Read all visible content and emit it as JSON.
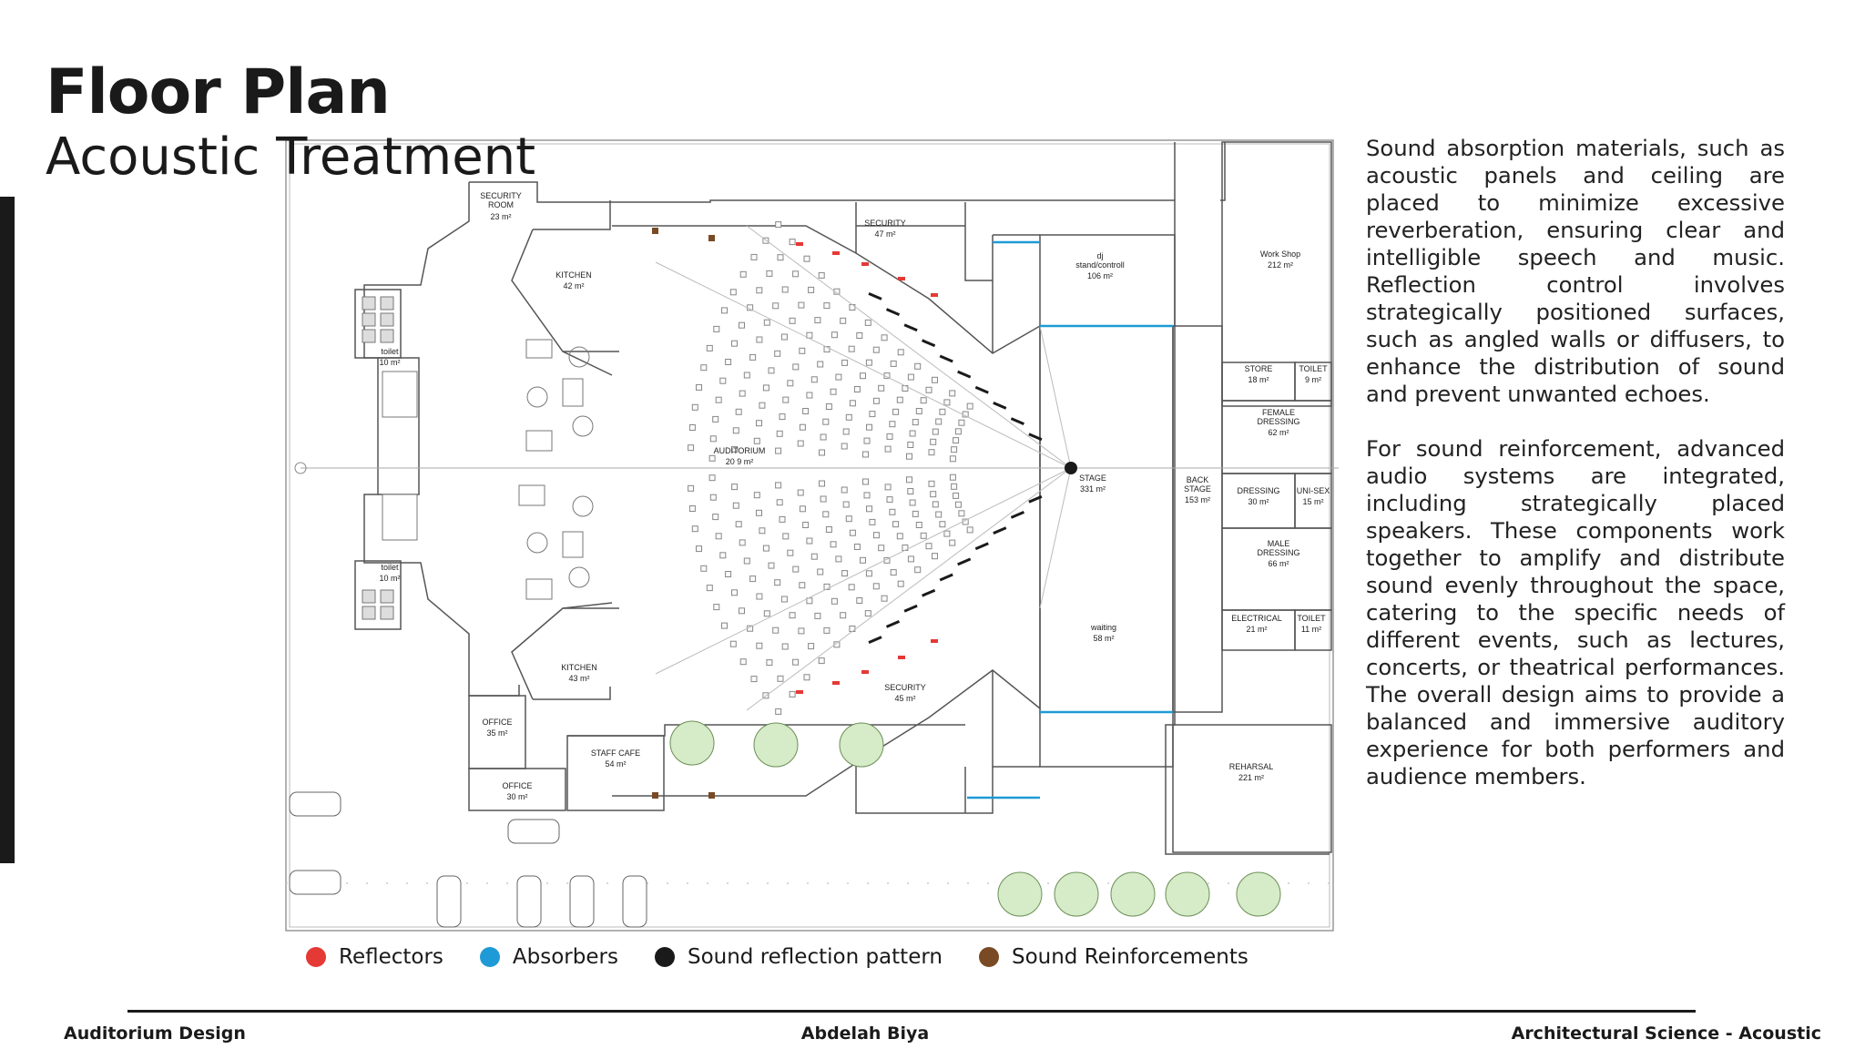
{
  "header": {
    "title": "Floor Plan",
    "subtitle": "Acoustic Treatment"
  },
  "description": {
    "paragraph_1": "Sound absorption materials, such as acoustic panels and ceiling are placed to minimize excessive reverberation, ensuring clear and intelligible speech and music. Reflection control involves strategically positioned surfaces, such as angled walls or diffusers, to enhance the distribution of sound and prevent unwanted echoes.",
    "paragraph_2": "For sound reinforcement, advanced audio systems are integrated, including strategically placed speakers. These components work together to amplify and distribute sound evenly throughout the space, catering to the specific needs of different events, such as lectures, concerts, or theatrical performances. The overall design aims to provide a balanced and immersive auditory experience for both performers and audience members."
  },
  "rooms": {
    "security_room": {
      "name_1": "SECURITY",
      "name_2": "ROOM",
      "area": "23 m²"
    },
    "kitchen_top": {
      "name": "KITCHEN",
      "area": "42 m²"
    },
    "kitchen_bottom": {
      "name": "KITCHEN",
      "area": "43 m²"
    },
    "security_top": {
      "name": "SECURITY",
      "area": "47 m²"
    },
    "security_bottom": {
      "name": "SECURITY",
      "area": "45 m²"
    },
    "dj_stand": {
      "name_1": "dj",
      "name_2": "stand/controll",
      "area": "106 m²"
    },
    "workshop": {
      "name": "Work Shop",
      "area": "212 m²"
    },
    "store": {
      "name": "STORE",
      "area": "18 m²"
    },
    "toilet_top": {
      "name": "TOILET",
      "area": "9 m²"
    },
    "female_dressing": {
      "name_1": "FEMALE",
      "name_2": "DRESSING",
      "area": "62 m²"
    },
    "dressing": {
      "name": "DRESSING",
      "area": "30 m²"
    },
    "unisex": {
      "name": "UNI-SEX",
      "area": "15 m²"
    },
    "male_dressing": {
      "name_1": "MALE",
      "name_2": "DRESSING",
      "area": "66 m²"
    },
    "electrical": {
      "name": "ELECTRICAL",
      "area": "21 m²"
    },
    "toilet_bottom": {
      "name": "TOILET",
      "area": "11 m²"
    },
    "stage": {
      "name": "STAGE",
      "area": "331 m²"
    },
    "back_stage": {
      "name_1": "BACK",
      "name_2": "STAGE",
      "area": "153 m²"
    },
    "waiting": {
      "name": "waiting",
      "area": "58 m²"
    },
    "auditorium": {
      "name": "AUDITORIUM",
      "area": "20 9 m²"
    },
    "toilet_left_top": {
      "name": "toilet",
      "area": "10 m²"
    },
    "toilet_left_bottom": {
      "name": "toilet",
      "area": "10 m²"
    },
    "office_1": {
      "name": "OFFICE",
      "area": "35 m²"
    },
    "office_2": {
      "name": "OFFICE",
      "area": "30 m²"
    },
    "staff_cafe": {
      "name": "STAFF CAFE",
      "area": "54 m²"
    },
    "rehearsal": {
      "name": "REHARSAL",
      "area": "221 m²"
    }
  },
  "legend": [
    {
      "label": "Reflectors",
      "color": "#e53935"
    },
    {
      "label": "Absorbers",
      "color": "#1e9ad6"
    },
    {
      "label": "Sound reflection pattern",
      "color": "#1a1a1a"
    },
    {
      "label": "Sound Reinforcements",
      "color": "#7a4a24"
    }
  ],
  "footer": {
    "left": "Auditorium Design",
    "center": "Abdelah Biya",
    "right": "Architectural Science - Acoustic"
  },
  "colors": {
    "reflector": "#e53935",
    "absorber": "#1e9ad6",
    "reflection_pattern": "#1a1a1a",
    "reinforcement": "#7a4a24",
    "tree_fill": "#d6ebc8",
    "wall": "#555555"
  }
}
